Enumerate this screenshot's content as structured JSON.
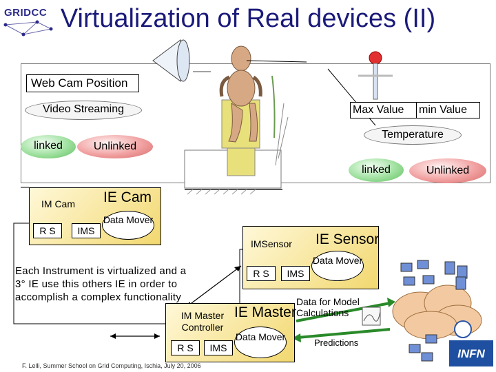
{
  "logo": {
    "text": "GRIDCC"
  },
  "title": "Virtualization of Real devices (II)",
  "webcam": {
    "position": "Web Cam Position",
    "video": "Video Streaming",
    "linked": "linked",
    "unlinked": "Unlinked"
  },
  "sensor": {
    "max": "Max Value",
    "min": "min Value",
    "temperature": "Temperature",
    "linked": "linked",
    "unlinked": "Unlinked"
  },
  "ie_cam": {
    "title": "IE Cam",
    "im": "IM Cam",
    "rs": "R S",
    "ims": "IMS",
    "data_mover": "Data Mover"
  },
  "ie_sensor": {
    "title": "IE Sensor",
    "im": "IMSensor",
    "rs": "R S",
    "ims": "IMS",
    "data_mover": "Data Mover"
  },
  "ie_master": {
    "title": "IE Master",
    "im": "IM Master Controller",
    "rs": "R S",
    "ims": "IMS",
    "data_mover": "Data Mover"
  },
  "note": "Each Instrument is virtualized and a 3° IE use this others IE in order to accomplish a complex functionality",
  "model": {
    "data_label": "Data for Model Calculations",
    "predictions": "Predictions"
  },
  "infn": "INFN",
  "footer": "F. Lelli, Summer School on Grid Computing, Ischia, July 20, 2006"
}
